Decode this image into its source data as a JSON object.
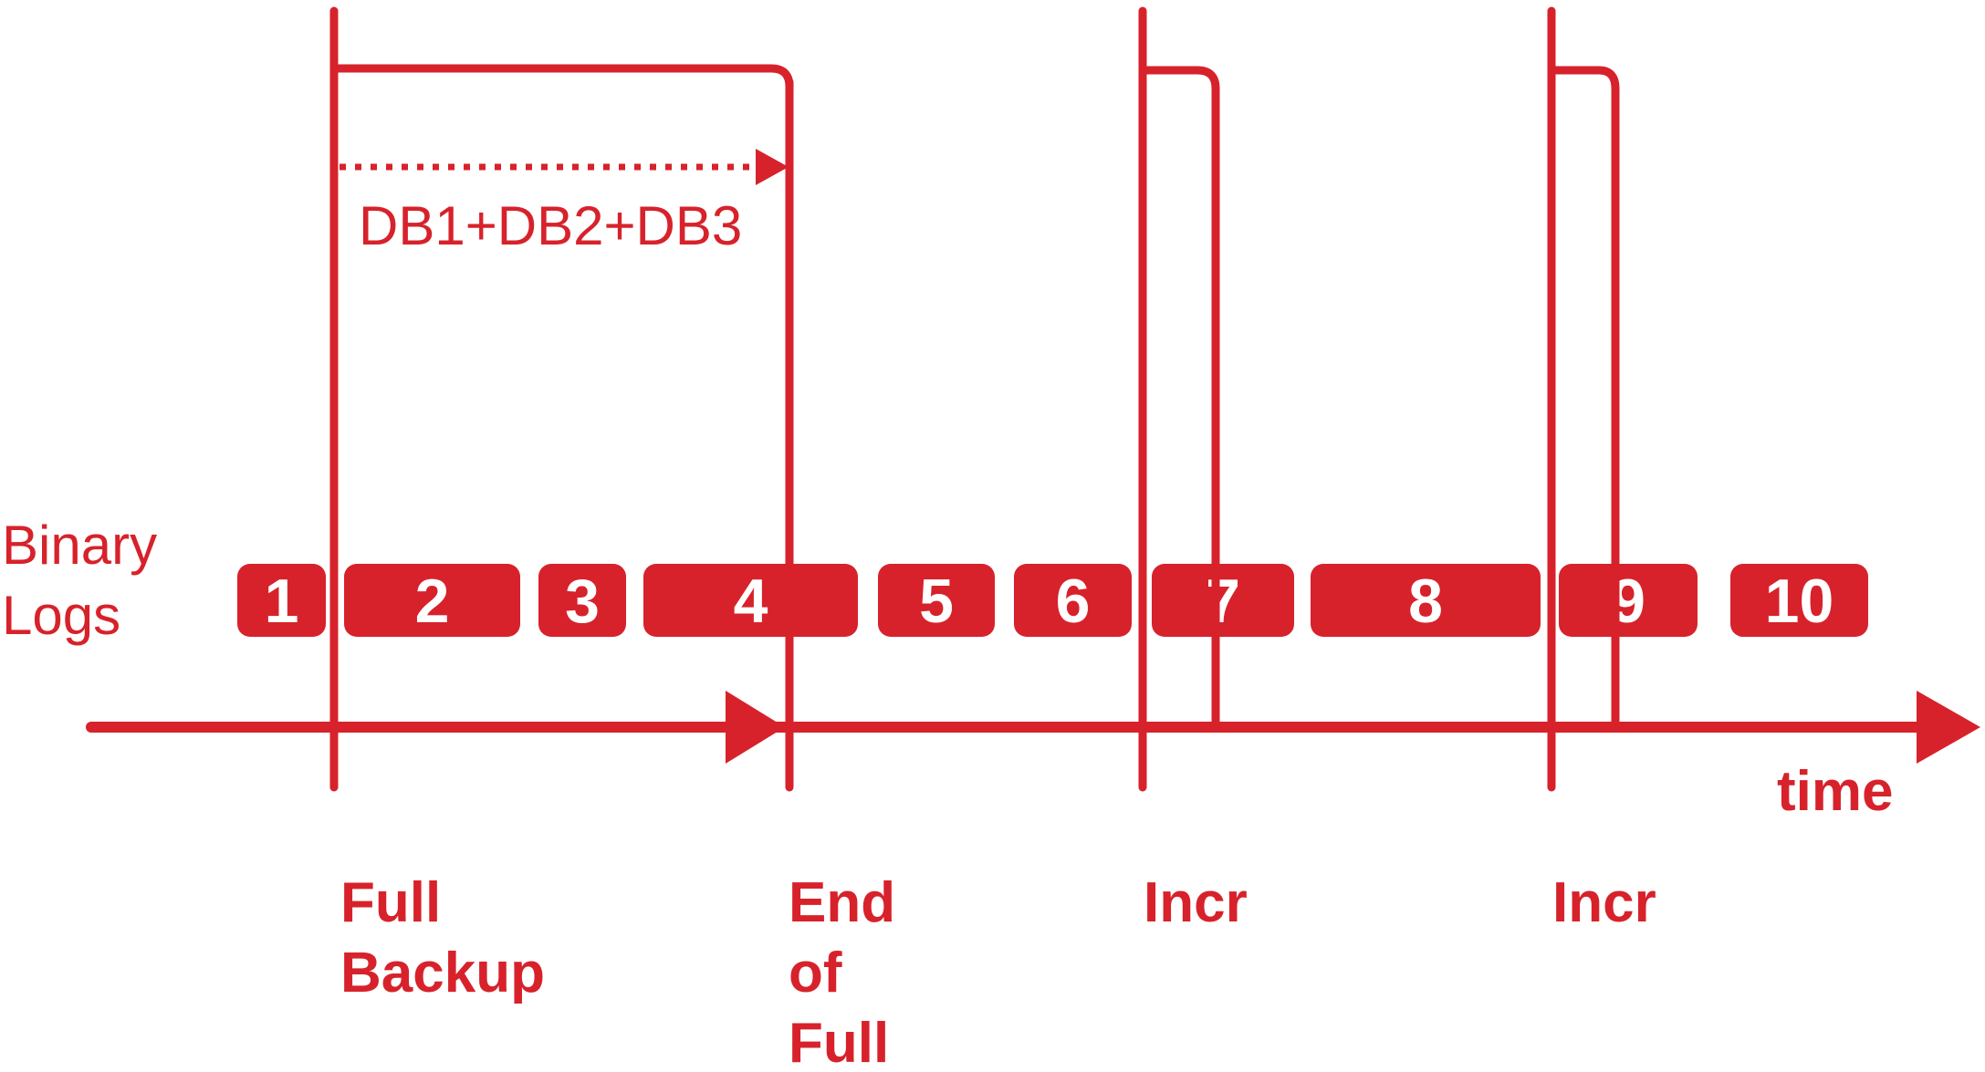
{
  "colors": {
    "accent": "#d7222b",
    "text_on_accent": "#ffffff",
    "background": "#ffffff"
  },
  "side_label": {
    "line1": "Binary",
    "line2": "Logs"
  },
  "span_label": "DB1+DB2+DB3",
  "axis_label": "time",
  "binary_logs": [
    {
      "label": "1"
    },
    {
      "label": "2"
    },
    {
      "label": "3"
    },
    {
      "label": "4"
    },
    {
      "label": "5"
    },
    {
      "label": "6"
    },
    {
      "label": "7"
    },
    {
      "label": "8"
    },
    {
      "label": "9"
    },
    {
      "label": "10"
    }
  ],
  "events": [
    {
      "lines": [
        "Full",
        "Backup"
      ]
    },
    {
      "lines": [
        "End",
        "of",
        "Full"
      ]
    },
    {
      "lines": [
        "Incr"
      ]
    },
    {
      "lines": [
        "Incr"
      ]
    }
  ]
}
